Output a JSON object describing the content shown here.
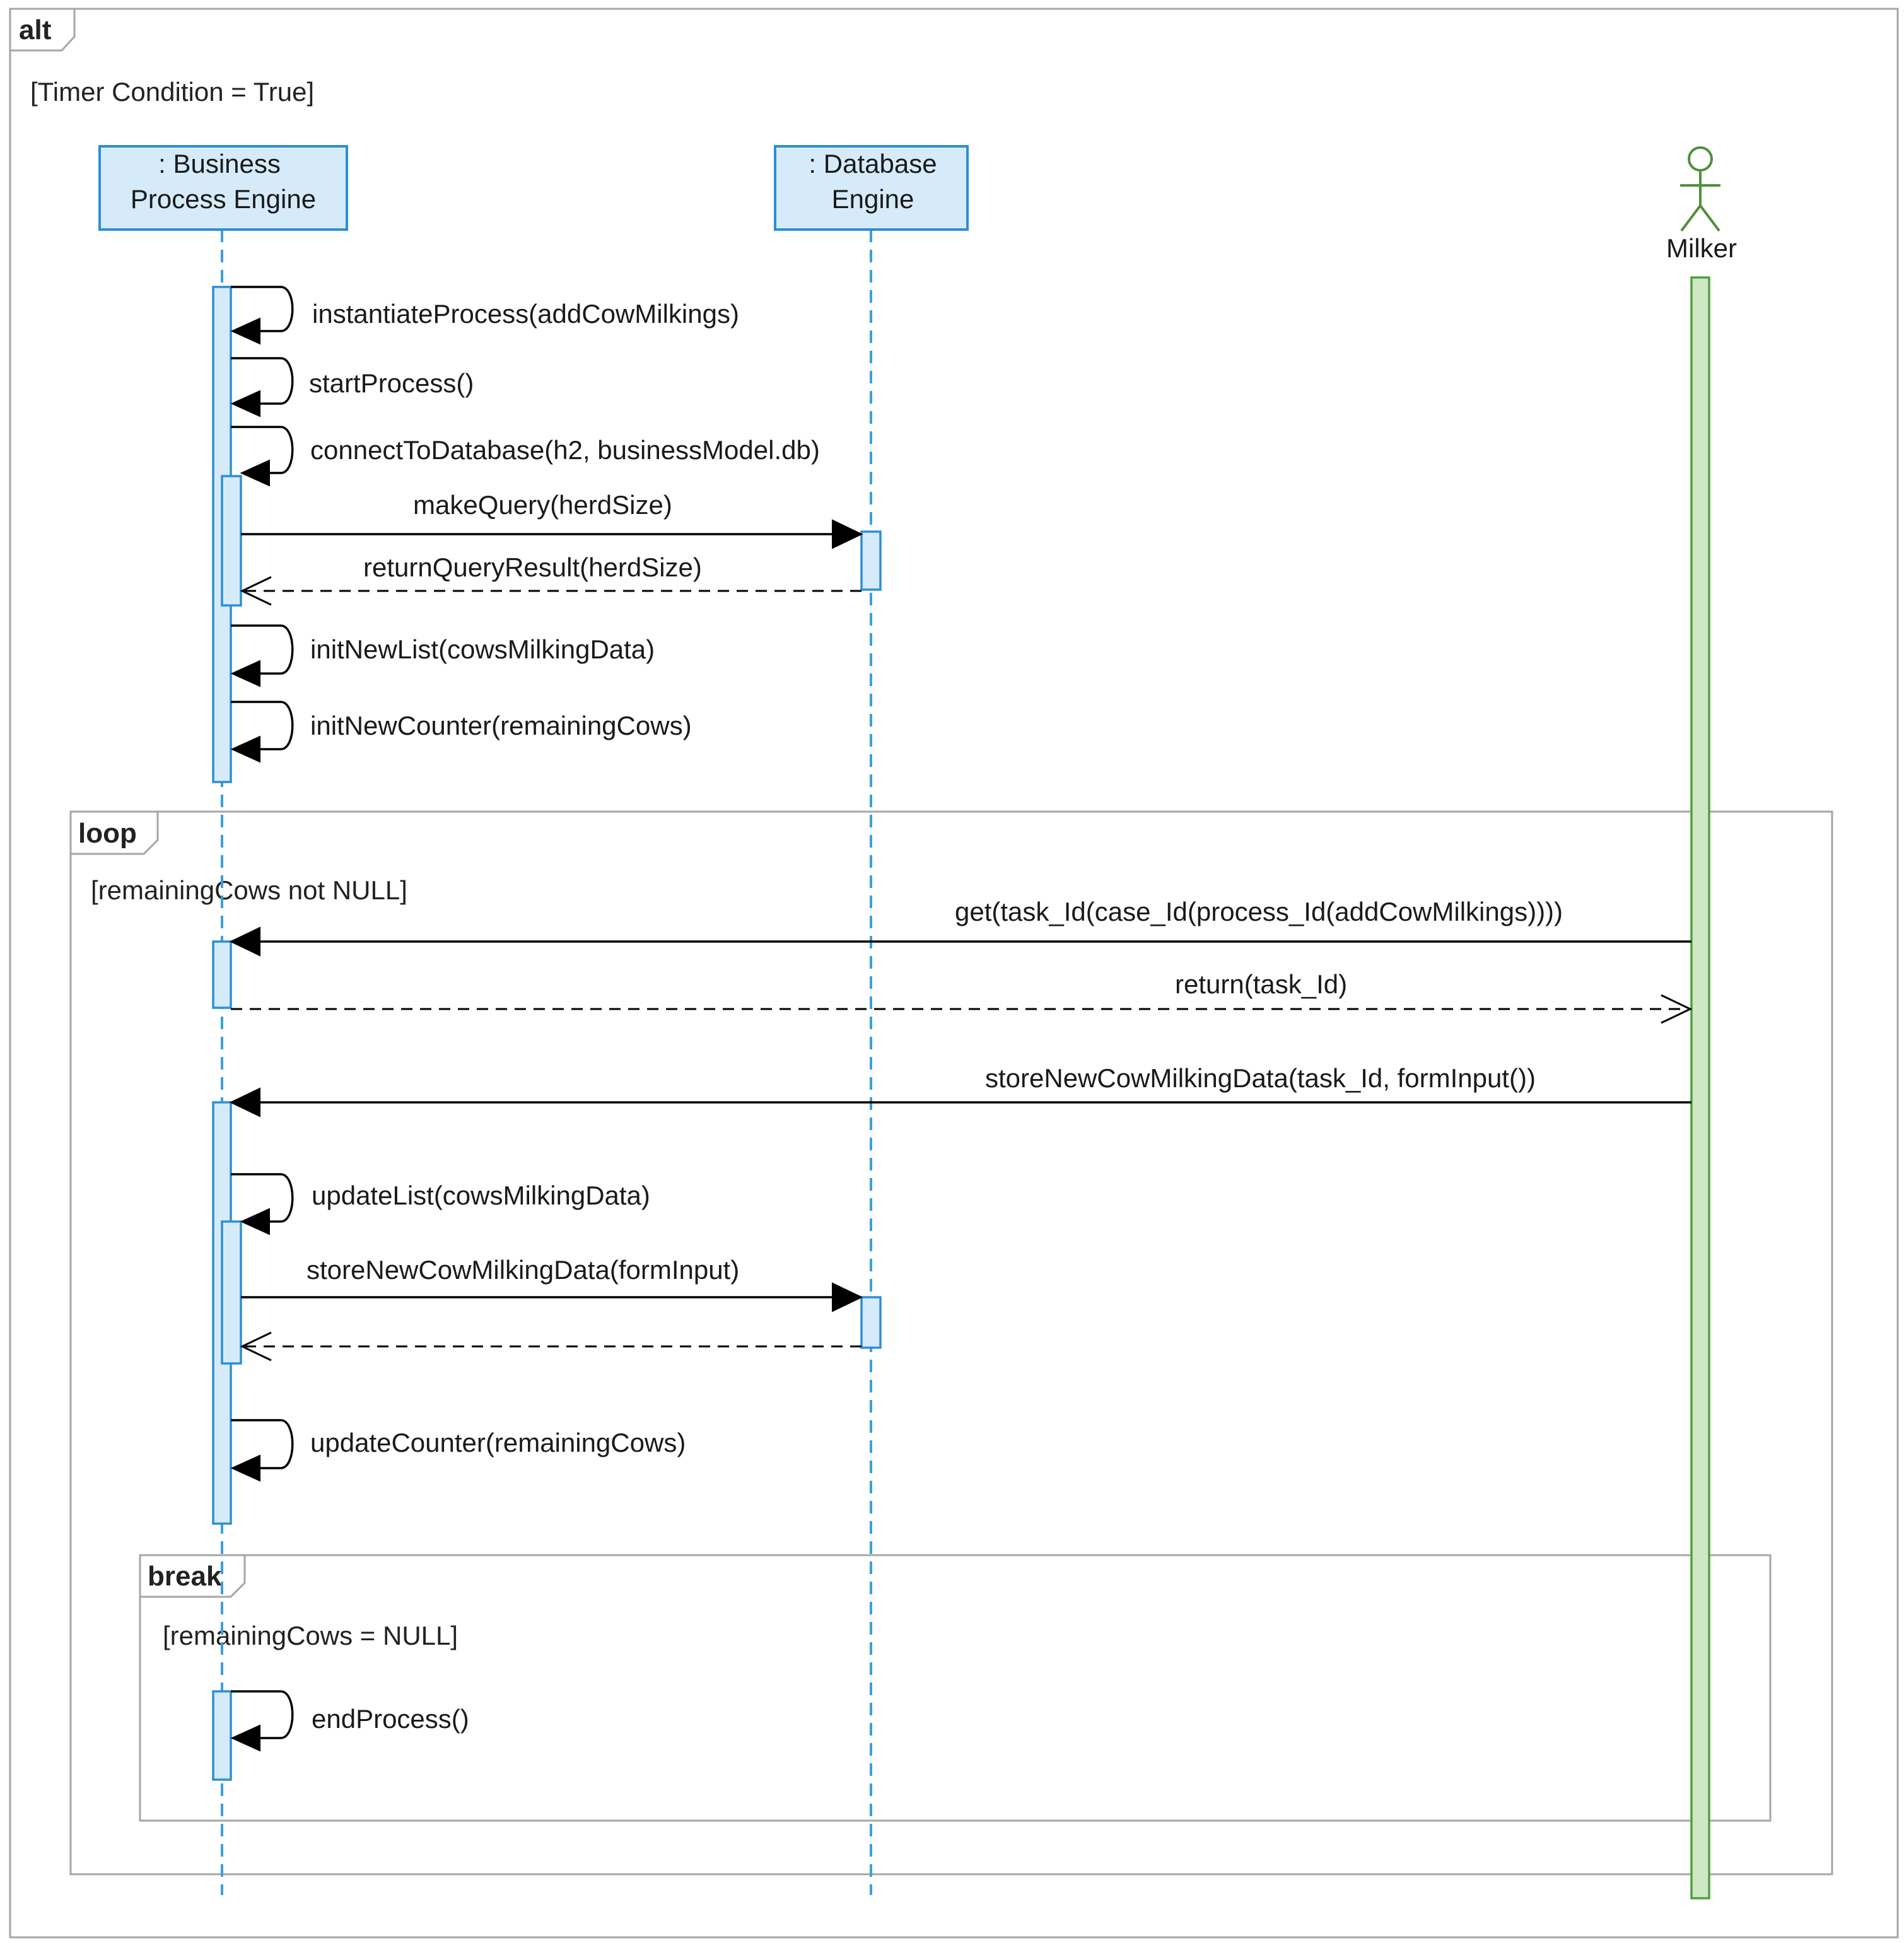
{
  "frames": {
    "alt": {
      "label": "alt",
      "guard": "[Timer Condition = True]"
    },
    "loop": {
      "label": "loop",
      "guard": "[remainingCows not NULL]"
    },
    "break": {
      "label": "break",
      "guard": "[remainingCows = NULL]"
    }
  },
  "lifelines": {
    "bpe": {
      "line1": ": Business",
      "line2": "Process  Engine"
    },
    "db": {
      "line1": ": Database",
      "line2": "Engine"
    },
    "milker": {
      "label": "Milker"
    }
  },
  "messages": {
    "m1": "instantiateProcess(addCowMilkings)",
    "m2": "startProcess()",
    "m3": "connectToDatabase(h2, businessModel.db)",
    "m4": "makeQuery(herdSize)",
    "m5": "returnQueryResult(herdSize)",
    "m6": "initNewList(cowsMilkingData)",
    "m7": "initNewCounter(remainingCows)",
    "m8": "get(task_Id(case_Id(process_Id(addCowMilkings))))",
    "m9": "return(task_Id)",
    "m10": "storeNewCowMilkingData(task_Id, formInput())",
    "m11": "updateList(cowsMilkingData)",
    "m12": "storeNewCowMilkingData(formInput)",
    "m13": "updateCounter(remainingCows)",
    "m14": "endProcess()"
  },
  "colors": {
    "lifeline_fill": "#d6ebfa",
    "lifeline_stroke": "#2d8fd3",
    "actor_stroke": "#4f8f3c",
    "actor_activation": "#cfe8c4",
    "frame_stroke": "#a6a6a6"
  }
}
